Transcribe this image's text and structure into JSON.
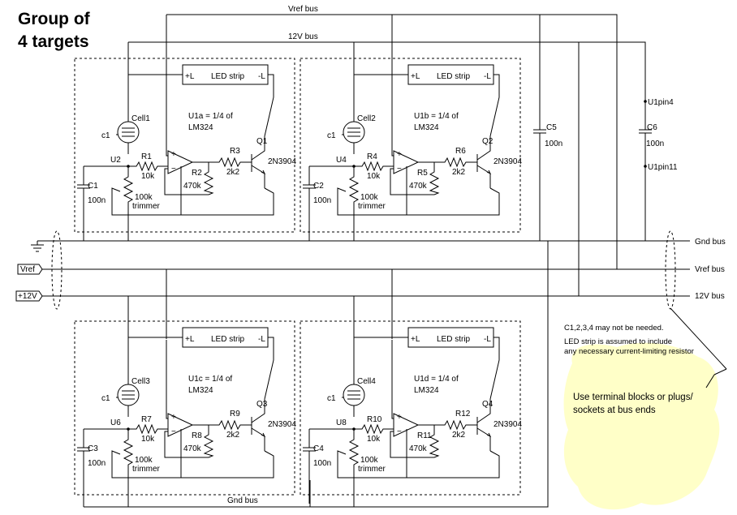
{
  "title": [
    "Group of",
    "4 targets"
  ],
  "buses": {
    "vref_top": "Vref bus",
    "v12_top": "12V bus",
    "gnd_right": "Gnd bus",
    "vref_right": "Vref bus",
    "v12_right": "12V bus",
    "gnd_bottom": "Gnd bus",
    "vref_term": "Vref",
    "v12_term": "+12V"
  },
  "led_strip": {
    "label": "LED strip",
    "plus": "+L",
    "minus": "-L"
  },
  "common": {
    "c1": "c1",
    "k10": "10k",
    "k470": "470k",
    "k2k2": "2k2",
    "n100": "100n",
    "k100": "100k",
    "trimmer": "trimmer",
    "transistor": "2N3904"
  },
  "targets": [
    {
      "cell": "Cell1",
      "u1": "U1a = 1/4 of",
      "lm": "LM324",
      "u": "U2",
      "r1": "R1",
      "r2": "R2",
      "r3": "R3",
      "q": "Q1",
      "c": "C1"
    },
    {
      "cell": "Cell2",
      "u1": "U1b = 1/4 of",
      "lm": "LM324",
      "u": "U4",
      "r1": "R4",
      "r2": "R5",
      "r3": "R6",
      "q": "Q2",
      "c": "C2"
    },
    {
      "cell": "Cell3",
      "u1": "U1c = 1/4 of",
      "lm": "LM324",
      "u": "U6",
      "r1": "R7",
      "r2": "R8",
      "r3": "R9",
      "q": "Q3",
      "c": "C3"
    },
    {
      "cell": "Cell4",
      "u1": "U1d = 1/4 of",
      "lm": "LM324",
      "u": "U8",
      "r1": "R10",
      "r2": "R11",
      "r3": "R12",
      "q": "Q4",
      "c": "C4"
    }
  ],
  "c5": {
    "name": "C5",
    "value": "100n"
  },
  "c6": {
    "name": "C6",
    "value": "100n"
  },
  "u1pin4": "U1pin4",
  "u1pin11": "U1pin11",
  "notes": [
    "C1,2,3,4 may not be needed.",
    "LED strip is assumed to include",
    "any necessary current-limiting resistor"
  ],
  "callout": [
    "Use terminal blocks or plugs/",
    "sockets at bus ends"
  ],
  "colors": {
    "callout_bg": "#FFFFC8",
    "ink": "#000000"
  }
}
